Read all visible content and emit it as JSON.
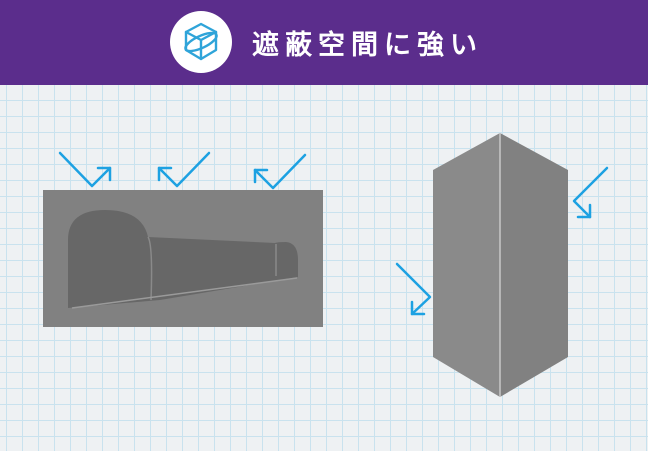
{
  "header": {
    "title": "遮蔽空間に強い",
    "logo_icon": "cube-icon",
    "background_color": "#5b2d8c"
  },
  "colors": {
    "arrow": "#1da1e2",
    "shape_gray": "#818181",
    "shape_dark": "#6b6b6b",
    "tunnel_wall": "#676767",
    "grid": "#c9e2ee"
  },
  "diagram": {
    "left_shape": "tunnel-block",
    "right_shape": "corner-wall",
    "arrow_icon": "signal-arrow-icon"
  }
}
